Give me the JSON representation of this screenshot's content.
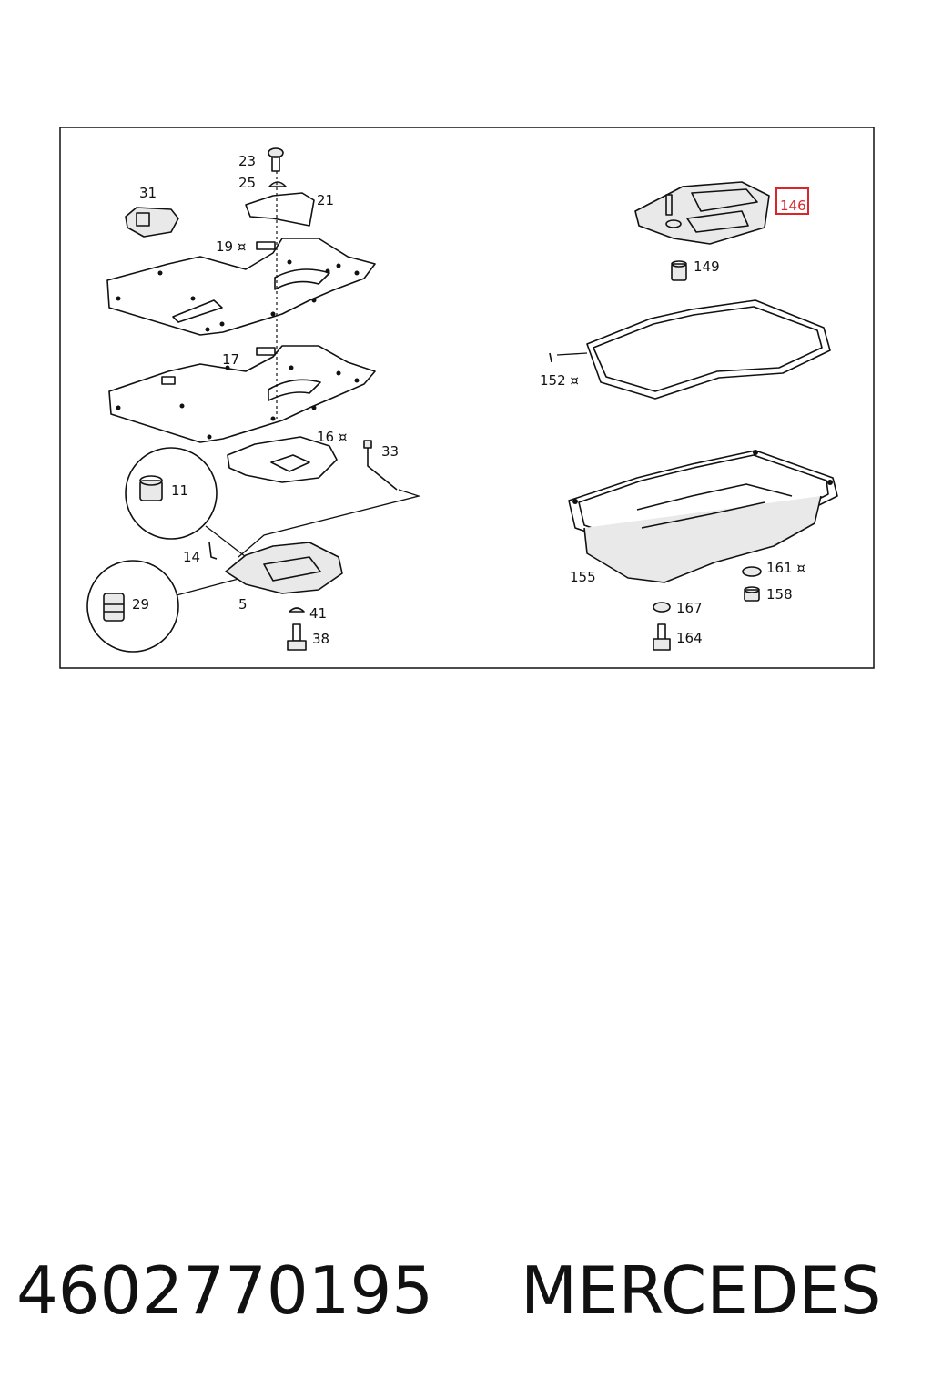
{
  "diagram": {
    "callouts": [
      {
        "id": "c23",
        "text": "23"
      },
      {
        "id": "c25",
        "text": "25"
      },
      {
        "id": "c21",
        "text": "21"
      },
      {
        "id": "c31",
        "text": "31"
      },
      {
        "id": "c19",
        "text": "19 ¤"
      },
      {
        "id": "c17",
        "text": "17"
      },
      {
        "id": "c16",
        "text": "16 ¤"
      },
      {
        "id": "c33",
        "text": "33"
      },
      {
        "id": "c11",
        "text": "11"
      },
      {
        "id": "c14",
        "text": "14"
      },
      {
        "id": "c29",
        "text": "29"
      },
      {
        "id": "c5",
        "text": "5"
      },
      {
        "id": "c41",
        "text": "41"
      },
      {
        "id": "c38",
        "text": "38"
      },
      {
        "id": "c146",
        "text": "146"
      },
      {
        "id": "c149",
        "text": "149"
      },
      {
        "id": "c152",
        "text": "152 ¤"
      },
      {
        "id": "c155",
        "text": "155"
      },
      {
        "id": "c161",
        "text": "161 ¤"
      },
      {
        "id": "c158",
        "text": "158"
      },
      {
        "id": "c167",
        "text": "167"
      },
      {
        "id": "c164",
        "text": "164"
      }
    ],
    "highlight": {
      "text": "146",
      "color": "#d9262b"
    }
  },
  "footer": {
    "part_number": "4602770195",
    "brand": "MERCEDES"
  }
}
